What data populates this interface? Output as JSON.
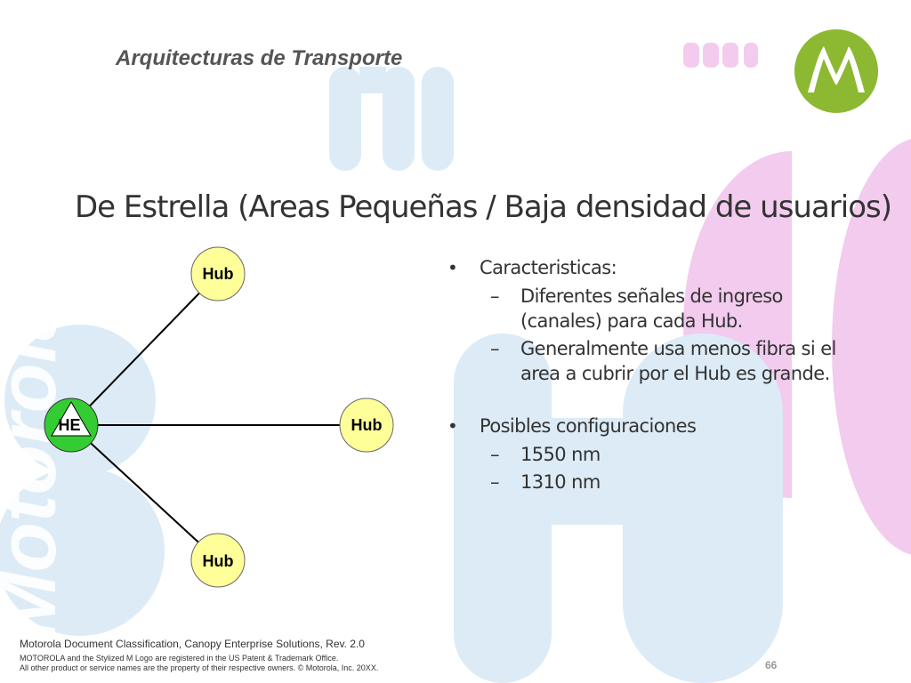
{
  "header": {
    "title": "Arquitecturas de Transporte"
  },
  "watermark": {
    "text": "Motorola"
  },
  "slide": {
    "title": "De Estrella (Areas Pequeñas / Baja densidad de usuarios)"
  },
  "diagram": {
    "center": {
      "label": "HE"
    },
    "nodes": [
      {
        "label": "Hub"
      },
      {
        "label": "Hub"
      },
      {
        "label": "Hub"
      }
    ],
    "colors": {
      "hub_fill": "#ffff99",
      "he_fill": "#33cc33",
      "line": "#000000"
    }
  },
  "bullets": [
    {
      "mark": "•",
      "text": "Caracteristicas:",
      "sub": [
        {
          "mark": "–",
          "text": "Diferentes señales de ingreso (canales) para cada Hub."
        },
        {
          "mark": "–",
          "text": "Generalmente usa menos fibra si el area a cubrir por el Hub es grande."
        }
      ]
    },
    {
      "mark": "•",
      "text": "Posibles configuraciones",
      "sub": [
        {
          "mark": "–",
          "text": "1550 nm"
        },
        {
          "mark": "–",
          "text": "1310 nm"
        }
      ]
    }
  ],
  "footer": {
    "classification": "Motorola Document Classification, Canopy Enterprise Solutions, Rev. 2.0",
    "trademark1": "MOTOROLA and the Stylized M Logo are registered in the US Patent & Trademark Office.",
    "trademark2": "All other product or service names are the property of their respective owners. © Motorola, Inc. 20XX.",
    "page": "66"
  },
  "colors": {
    "accent_green": "#8cb832",
    "pink": "#f2cbee",
    "light_blue": "#dcebf6"
  }
}
